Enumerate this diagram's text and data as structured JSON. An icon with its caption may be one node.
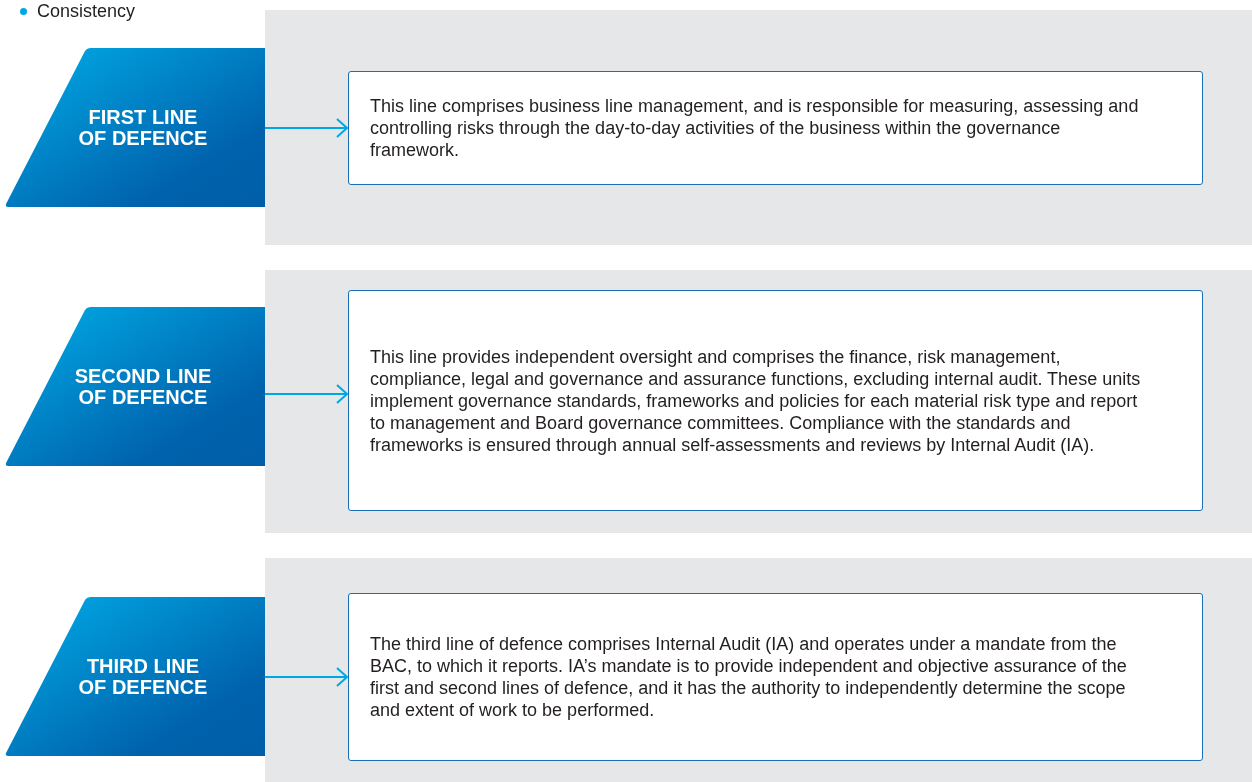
{
  "diagram": {
    "nodes": [
      {
        "text": [],
        "shape": "band"
      },
      {
        "text": [
          "FIRST LINE OF DEFENCE"
        ]
      },
      {
        "text": [
          "This line comprises business line management, and is responsible for measuring, assessing and controlling risks through the day-to-day activities of the business within the governance framework."
        ],
        "in": 0
      },
      {
        "text": [],
        "shape": "band"
      },
      {
        "text": [
          "SECOND LINE OF DEFENCE"
        ]
      },
      {
        "text": [
          "This line provides independent oversight and comprises the finance, risk management, compliance, legal and governance and assurance functions, excluding internal audit. These units implement governance standards, frameworks and policies for each material risk type and report to management and Board governance committees. Compliance with the standards and frameworks is ensured through annual self-assessments and reviews by Internal Audit (IA)."
        ],
        "in": 3
      },
      {
        "text": [],
        "shape": "band"
      },
      {
        "text": [
          "THIRD LINE OF DEFENCE"
        ]
      },
      {
        "text": [
          "The third line of defence comprises Internal Audit (IA) and operates under a mandate from the BAC, to which it reports. IA’s mandate is to provide independent and objective assurance of the first and second lines of defence, and it has the authority to independently determine the scope and extent of work to be performed."
        ],
        "in": 6
      }
    ],
    "edges": [
      {
        "from": 1,
        "to": 2,
        "arrow": "to"
      },
      {
        "from": 4,
        "to": 5,
        "arrow": "to"
      },
      {
        "from": 7,
        "to": 8,
        "arrow": "to"
      }
    ],
    "labels": [
      "Consistency"
    ]
  }
}
